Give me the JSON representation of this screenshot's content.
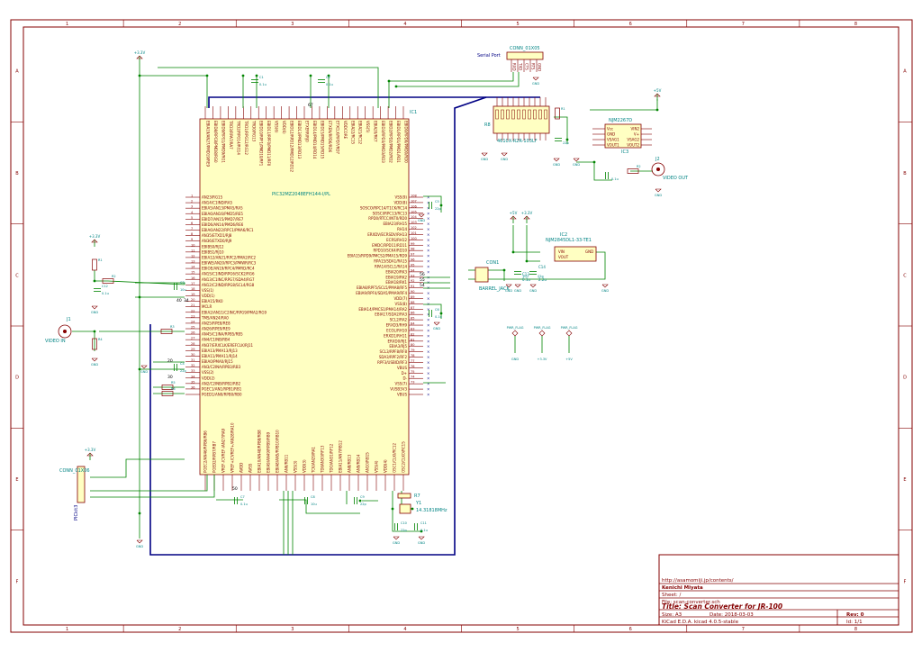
{
  "columns": [
    "1",
    "2",
    "3",
    "4",
    "5",
    "6",
    "7",
    "8"
  ],
  "rows": [
    "A",
    "B",
    "C",
    "D",
    "E",
    "F"
  ],
  "title_block": {
    "url": "http://asamomiji.jp/contents/",
    "author": "Kenichi Miyata",
    "sheet": "Sheet: /",
    "file": "File: scan-converter.sch",
    "title": "Title: Scan Converter for JR-100",
    "size": "Size: A3",
    "date": "Date: 2018-03-03",
    "rev": "Rev: 0",
    "kicad": "KiCad E.D.A.  kicad 4.0.5-stable",
    "id": "Id: 1/1"
  },
  "mcu": {
    "ref": "IC1",
    "value": "PIC32MZ2048EFH144-I/PL",
    "left_pins": [
      "AN23/RG15",
      "AN14/C1IND/RA5",
      "EBIA5/AN13/PMA5/RA5",
      "EBIA6/AN16/PMD5/RE5",
      "EBID7/AN15/PMD7/RE7",
      "EBID6/AN14/PMD6/RE6",
      "EBIA6/AN22/RPC1/PMA6/RC1",
      "AN35/ETXD1/RJ8",
      "AN36/ETXD0/RJ9",
      "EBIBS0/RJ12",
      "EBIBS1/RJ10",
      "EBIA12/AN21/RPC2/PMA2/RC2",
      "EBIWE/AN20/RPC3/PMWR/RC3",
      "EBIOE/AN19/RPC4/PMRD/RC4",
      "AN1S/C1IND/RPG6/SCK2/RG6",
      "AN13/C1INC/RPG7/SDA4/RG7",
      "AN12/C2IND/RPG8/SCL4/RG8",
      "VSS(1)",
      "VDD(1)",
      "EBIA15/RK0",
      "MCLR",
      "EBIA2/AN11/C2INC/RPG9/PMA2/RG9",
      "TMS/AN24/RA0",
      "AN25/RPE8/RE8",
      "AN26/RPE9/RE9",
      "AN45/C1INA/RPB5/RB5",
      "AN4/C1INB/RB4",
      "AN37/ERXCLK/EREFCLK/RJ11",
      "EBIA13/PMA13/RJ13",
      "EBIA11/PMA11/RJ14",
      "EBIA0/PMA0/RJ15",
      "AN3/C2INA/RPB3/RB3",
      "VSS(2)",
      "VDD(2)",
      "AN2/C2INB/RPB2/RB2",
      "PGEC1/AN1/RPB1/RB1",
      "PGED1/AN0/RPB0/RB0"
    ],
    "right_pins": [
      "VSS(9)",
      "VDD(8)",
      "SOSCO/RPC14/T1CK/RC14",
      "SOSCI/RPC13/RC13",
      "RPD0/RTCC/INT0/RD0",
      "EBIA23/RH15",
      "RH14",
      "ERXDV/ECRSDV/RH13",
      "ECRS/RH12",
      "EMDC/RPD11/RD11",
      "RPD10/SCK4/RD10",
      "EBIA15/RPD9/PMCS2/PMA15/RD9",
      "RPA15/SDA1/RA15",
      "RPA14/SCL1/RA14",
      "EBIA20/RK3",
      "EBIA19/RK2",
      "EBIA18/RK1",
      "EBIA8/RPF5/SCL5/PMA8/RF5",
      "EBIA9/RPF4/SDA5/PMA9/RF4",
      "VDD(7)",
      "VSS(8)",
      "EBIA14/PMCS1/PMA14/RA2",
      "EBIA17/SDA2/RA3",
      "SCL2/RA2",
      "ERXD3/RH9",
      "ECOL/RH10",
      "ERXD1/RH11",
      "ERXD0/RJ1",
      "EBIA3/RJ5",
      "SCL3/RPF8/RF8",
      "SDA3/RPF2/RF2",
      "RPF3/USBID/RF3",
      "VBUS",
      "D+",
      "D-",
      "VSS(7)",
      "VUSB3V3",
      "VBUS"
    ],
    "left_nums": [
      "1",
      "2",
      "3",
      "4",
      "5",
      "6",
      "7",
      "8",
      "9",
      "10",
      "11",
      "12",
      "13",
      "14",
      "15",
      "16",
      "17",
      "18",
      "19",
      "20",
      "21",
      "22",
      "23",
      "24",
      "25",
      "26",
      "27",
      "28",
      "29",
      "30",
      "31",
      "32",
      "33",
      "34",
      "35",
      "36"
    ],
    "right_nums": [
      "108",
      "107",
      "106",
      "105",
      "104",
      "103",
      "102",
      "101",
      "100",
      "99",
      "98",
      "97",
      "96",
      "95",
      "94",
      "93",
      "92",
      "91",
      "90",
      "89",
      "88",
      "87",
      "86",
      "85",
      "84",
      "83",
      "82",
      "81",
      "80",
      "79",
      "78",
      "77",
      "76",
      "75",
      "74",
      "73"
    ],
    "top_pins": [
      "EBIA19/AN27/PMD19/RE9",
      "EBID8/RPC8/PMD8/RG0",
      "EBID9/RPG1/PMD9/RG1",
      "TRD3/RPA7/RA7",
      "TRD2/RPG14/RG14",
      "TRD1/RPG12/RG12",
      "TRD0/RG13",
      "EBID10/RPF1/PMD10/RF1",
      "EBID11/RPF0/PMD11/RF0",
      "VSS(6)",
      "VDD(6)",
      "EBID12/RPD12/PMD12/RD12",
      "EBID13/PMD13/RD13",
      "ETXERR/RJ0",
      "EBID14/PMD14/RD14",
      "EBID15/PMD15/RD15",
      "ETXEN/RPD6/RD6",
      "ETXCLK/RPD7/RD7",
      "VDDCORE",
      "EBIA22/RC15",
      "EBIA21/RC12",
      "VSS(5)",
      "EBIA20/RK7",
      "EBID3/RPD3/PMD3/RD3",
      "EBID2/RPD2/PMD2/RD2",
      "EBID1/RPD1/PMD1/RD1",
      "EBID0/RPD0/PMD0/RD0"
    ],
    "bottom_pins": [
      "PGEC2/AN46/RPB6/RB6",
      "PGED2/RPB7/RB7",
      "VREF-/CVREF-/AN27/RA9",
      "VREF+/CVREF+/AN28/RA10",
      "AVDD",
      "AVSS",
      "EBIA10/AN48/RPB8/RB8",
      "EBIA9/AN49/RPB9/RB9",
      "EBIA8/AN5/RPB10/RB10",
      "AN6/RB11",
      "VSS(3)",
      "VDD(3)",
      "TCK/AN29/RA1",
      "TDI/AN30/RF13",
      "TDO/AN31/RF12",
      "EBIA11/AN7/RB12",
      "AN8/RB13",
      "AN9/RB14",
      "AN10/RB15",
      "VSS(4)",
      "VDD(4)",
      "OSC1/CLKI/RC12",
      "OSC2/CLKO/RC15"
    ]
  },
  "connectors": {
    "serial": {
      "ref": "CONN_01X05",
      "label": "Serial Port",
      "pins": [
        "RXD",
        "TXD",
        "CTS",
        "RTS",
        "GND"
      ]
    },
    "video_in": {
      "ref": "J1",
      "label": "VIDEO IN"
    },
    "video_out": {
      "ref": "J2",
      "label": "VIDEO OUT"
    },
    "pickit": {
      "ref": "CONN_01X06",
      "label": "PICkit3"
    },
    "barrel": {
      "ref": "CON1",
      "label": "BARREL_JACK"
    }
  },
  "parts": {
    "rn": {
      "ref": "R8",
      "value": "4610X-R2R-103LF"
    },
    "ic2": {
      "ref": "IC3",
      "value": "NJM2267D",
      "pins": [
        "Vcc",
        "GND",
        "VSAG1",
        "VOUT1",
        "VIN2",
        "V+",
        "VSAG2",
        "VOUT2"
      ]
    },
    "reg": {
      "ref": "IC2",
      "value": "NJM2845DL1-33-TE1",
      "pins": [
        "VIN",
        "VOUT",
        "GND"
      ]
    },
    "caps": {
      "c13": "C13",
      "c14": "C14",
      "c13v": "0.1u",
      "c14v": "2.2u"
    },
    "xtal": {
      "ref": "Y1",
      "value": "14.31818MHz"
    },
    "r7": "R7",
    "c_labels": [
      "C1",
      "C2",
      "C3",
      "C4",
      "C5",
      "C6",
      "C7",
      "C8",
      "C9",
      "C10",
      "C11",
      "C12"
    ],
    "cap_vals": [
      "0.1u",
      "0.1u",
      "10u",
      "22p",
      "22p"
    ],
    "r_labels": [
      "R1",
      "R2",
      "R3",
      "R4",
      "R5",
      "R6"
    ]
  },
  "power": {
    "v33": "+3.3V",
    "v5": "+5V",
    "gnd": "GND",
    "flag": "PWR_FLAG"
  },
  "net_nums": [
    "56",
    "55",
    "54",
    "34",
    "67",
    "50",
    "40",
    "30",
    "20"
  ],
  "colors": {
    "border": "#840000",
    "wire": "#008400",
    "bus": "#000084",
    "pin_text": "#840000",
    "sym_text": "#008484",
    "body": "#ffffc2"
  }
}
